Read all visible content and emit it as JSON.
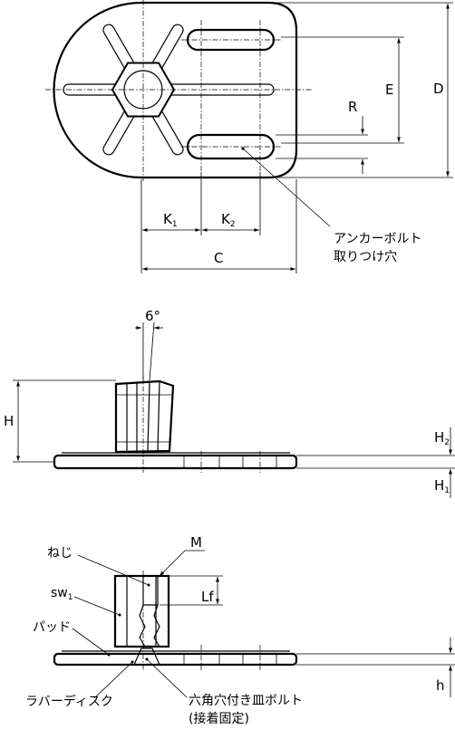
{
  "dimensions": {
    "D": "D",
    "E": "E",
    "R": "R",
    "K1": "K",
    "K1_sub": "1",
    "K2": "K",
    "K2_sub": "2",
    "C": "C",
    "angle": "6°",
    "H": "H",
    "H2": "H",
    "H2_sub": "2",
    "H1": "H",
    "H1_sub": "1",
    "Lf": "Lf",
    "h": "h"
  },
  "labels": {
    "anchor_bolt_line1": "アンカーボルト",
    "anchor_bolt_line2": "取りつけ穴",
    "screw": "ねじ",
    "M": "M",
    "sw": "sw",
    "sw_sub": "1",
    "pad": "パッド",
    "rubber_disc": "ラバーディスク",
    "bolt_line1": "六角穴付き皿ボルト",
    "bolt_line2": "(接着固定)"
  }
}
